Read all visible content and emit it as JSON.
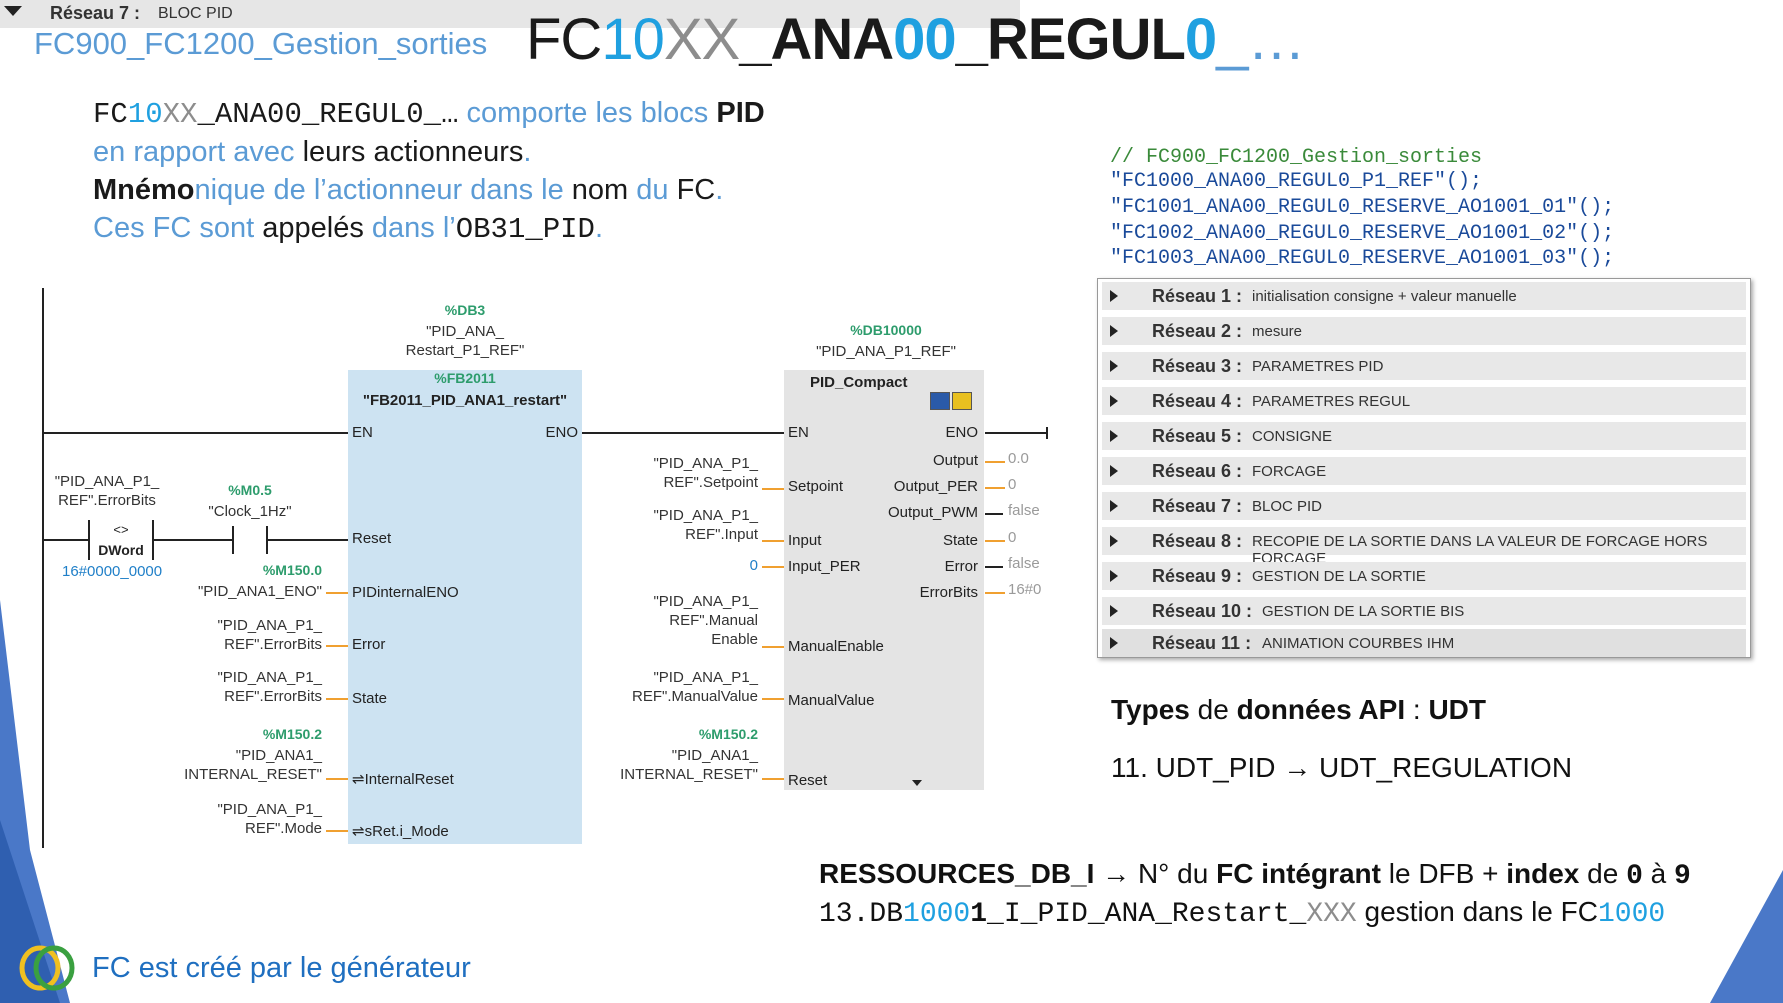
{
  "header": {
    "subtitle": "FC900_FC1200_Gestion_sorties",
    "title_parts": [
      "FC",
      "10",
      "XX",
      "_ANA",
      "00",
      "_REGUL",
      "0",
      "_…"
    ]
  },
  "intro": {
    "line1": {
      "code_a": "FC",
      "code_b": "10",
      "code_c": "XX",
      "code_d": "_ANA00_REGUL0_…",
      "text_a": " comporte les blocs ",
      "text_b": "PID"
    },
    "line2": {
      "text_a": "en rapport avec ",
      "text_b": "leurs actionneurs",
      "text_c": "."
    },
    "line3": {
      "text_a": "Mnémo",
      "text_b": "nique de l’actionneur dans le ",
      "text_c": "nom",
      "text_d": " du ",
      "text_e": "FC",
      "text_f": "."
    },
    "line4": {
      "text_a": "Ces ",
      "text_b": "FC",
      "text_c": " sont ",
      "text_d": "appelés",
      "text_e": " dans l’",
      "text_f": "OB31_PID",
      "text_g": "."
    }
  },
  "network_bar": {
    "label": "Réseau 7 :",
    "value": "BLOC PID"
  },
  "ladder": {
    "block1": {
      "db_addr": "%DB3",
      "db_name_1": "\"PID_ANA_",
      "db_name_2": "Restart_P1_REF\"",
      "fb_addr": "%FB2011",
      "fb_name": "\"FB2011_PID_ANA1_restart\"",
      "en": "EN",
      "eno": "ENO",
      "inputs": [
        "Reset",
        "PIDinternalENO",
        "Error",
        "State",
        "⇌InternalReset",
        "⇌sRet.i_Mode"
      ]
    },
    "block2": {
      "db_addr": "%DB10000",
      "db_name": "\"PID_ANA_P1_REF\"",
      "title": "PID_Compact",
      "en": "EN",
      "eno": "ENO",
      "inputs": [
        "Setpoint",
        "Input",
        "Input_PER",
        "ManualEnable",
        "ManualValue",
        "Reset"
      ],
      "outputs": [
        "Output",
        "Output_PER",
        "Output_PWM",
        "State",
        "Error",
        "ErrorBits"
      ],
      "output_values": [
        "0.0",
        "0",
        "false",
        "0",
        "false",
        "16#0"
      ]
    },
    "contacts": {
      "cmp_op_1": "\"PID_ANA_P1_",
      "cmp_op_2": "REF\".ErrorBits",
      "cmp_sym": "<>",
      "cmp_type": "DWord",
      "cmp_val": "16#0000_0000",
      "clk_addr": "%M0.5",
      "clk_name": "\"Clock_1Hz\""
    },
    "b1_operands": [
      {
        "addr": "%M150.0",
        "l1": "\"PID_ANA1_ENO\"",
        "l2": ""
      },
      {
        "addr": "",
        "l1": "\"PID_ANA_P1_",
        "l2": "REF\".ErrorBits"
      },
      {
        "addr": "",
        "l1": "\"PID_ANA_P1_",
        "l2": "REF\".ErrorBits"
      },
      {
        "addr": "%M150.2",
        "l1": "\"PID_ANA1_",
        "l2": "INTERNAL_RESET\""
      },
      {
        "addr": "",
        "l1": "\"PID_ANA_P1_",
        "l2": "REF\".Mode"
      }
    ],
    "b2_operands": [
      {
        "l1": "\"PID_ANA_P1_",
        "l2": "REF\".Setpoint",
        "l3": ""
      },
      {
        "l1": "\"PID_ANA_P1_",
        "l2": "REF\".Input",
        "l3": ""
      },
      {
        "l1": "0",
        "l2": "",
        "l3": ""
      },
      {
        "l1": "\"PID_ANA_P1_",
        "l2": "REF\".Manual",
        "l3": "Enable"
      },
      {
        "l1": "\"PID_ANA_P1_",
        "l2": "REF\".ManualValue",
        "l3": ""
      },
      {
        "addr": "%M150.2",
        "l1": "\"PID_ANA1_",
        "l2": "INTERNAL_RESET\"",
        "l3": ""
      }
    ]
  },
  "code": {
    "comment": "// FC900_FC1200_Gestion_sorties",
    "lines": [
      "\"FC1000_ANA00_REGUL0_P1_REF\"();",
      "\"FC1001_ANA00_REGUL0_RESERVE_AO1001_01\"();",
      "\"FC1002_ANA00_REGUL0_RESERVE_AO1001_02\"();",
      "\"FC1003_ANA00_REGUL0_RESERVE_AO1001_03\"();"
    ]
  },
  "tree": [
    {
      "k": "Réseau 1 :",
      "v": "initialisation consigne + valeur manuelle"
    },
    {
      "k": "Réseau 2 :",
      "v": "mesure"
    },
    {
      "k": "Réseau 3 :",
      "v": "PARAMETRES PID"
    },
    {
      "k": "Réseau 4 :",
      "v": "PARAMETRES REGUL"
    },
    {
      "k": "Réseau 5 :",
      "v": "CONSIGNE"
    },
    {
      "k": "Réseau 6 :",
      "v": "FORCAGE"
    },
    {
      "k": "Réseau 7 :",
      "v": "BLOC PID"
    },
    {
      "k": "Réseau 8 :",
      "v": "RECOPIE DE LA SORTIE DANS LA VALEUR DE FORCAGE HORS FORCAGE"
    },
    {
      "k": "Réseau 9 :",
      "v": "GESTION DE LA SORTIE"
    },
    {
      "k": "Réseau 10 :",
      "v": "GESTION DE LA SORTIE BIS"
    },
    {
      "k": "Réseau 11 :",
      "v": "ANIMATION COURBES IHM"
    }
  ],
  "types": {
    "title_a": "Types",
    "title_b": " de ",
    "title_c": "données API",
    "title_d": " : ",
    "title_e": "UDT",
    "line": "11. UDT_PID → UDT_REGULATION"
  },
  "resources": {
    "l1_a": "RESSOURCES_DB_I",
    "l1_b": " → N° du ",
    "l1_c": "FC intégrant",
    "l1_d": " le DFB + ",
    "l1_e": "index",
    "l1_f": " de ",
    "l1_g": "0",
    "l1_h": " à ",
    "l1_i": "9",
    "l2_a": "13.DB",
    "l2_b": "1000",
    "l2_c": "1",
    "l2_d": "_I_PID_ANA_Restart_",
    "l2_e": "XXX",
    "l2_f": " gestion dans le FC",
    "l2_g": "1000"
  },
  "footer": {
    "text": "FC est créé par le générateur"
  },
  "colors": {
    "accent": "#5b9bd5",
    "cyan": "#1fa0e0",
    "block_blue": "#cde3f2",
    "block_gray": "#e4e4e4",
    "wire_orange": "#f0a030",
    "green_addr": "#2d9c6c"
  }
}
